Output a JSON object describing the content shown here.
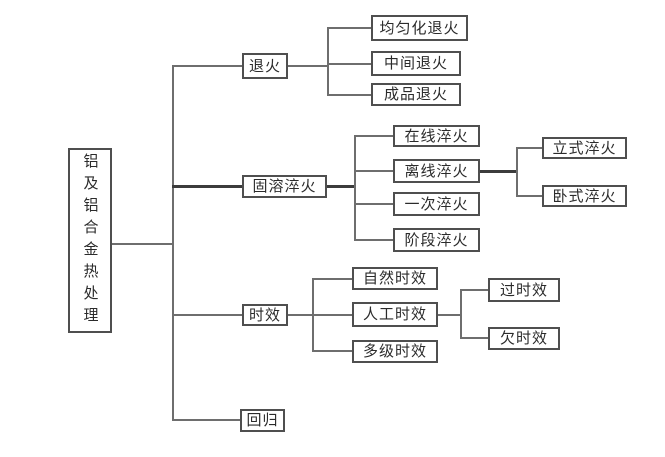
{
  "diagram": {
    "title_node": "铝及铝合金热处理",
    "root": {
      "label": "铝及铝合金热处理"
    },
    "branches": [
      {
        "label": "退火",
        "children": [
          {
            "label": "均匀化退火"
          },
          {
            "label": "中间退火"
          },
          {
            "label": "成品退火"
          }
        ]
      },
      {
        "label": "固溶淬火",
        "children": [
          {
            "label": "在线淬火"
          },
          {
            "label": "离线淬火",
            "children": [
              {
                "label": "立式淬火"
              },
              {
                "label": "卧式淬火"
              }
            ]
          },
          {
            "label": "一次淬火"
          },
          {
            "label": "阶段淬火"
          }
        ]
      },
      {
        "label": "时效",
        "children": [
          {
            "label": "自然时效"
          },
          {
            "label": "人工时效",
            "children": [
              {
                "label": "过时效"
              },
              {
                "label": "欠时效"
              }
            ]
          },
          {
            "label": "多级时效"
          }
        ]
      },
      {
        "label": "回归"
      }
    ],
    "colors": {
      "background": "#ffffff",
      "line": "#6e6e6e",
      "thick_line": "#3c3c3c",
      "box_border": "#4f4f4f",
      "text": "#2b2b2b"
    }
  }
}
